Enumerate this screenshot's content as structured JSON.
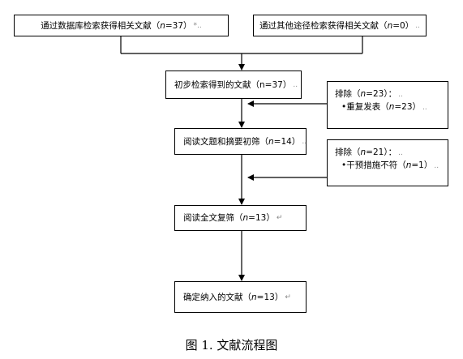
{
  "nodes": {
    "db_search": {
      "text_a": "通过数据库检索获得相关文献（",
      "n_var": "n",
      "text_b": "=37）",
      "mark": "*.."
    },
    "other_search": {
      "text_a": "通过其他途径检索获得相关文献（",
      "n_var": "n",
      "text_b": "=0）",
      "mark": ".."
    },
    "initial": {
      "text_a": "初步检索得到的文献（",
      "text_n": "n=37）",
      "mark": ".."
    },
    "title_abstract": {
      "text_a": "阅读文题和摘要初筛（",
      "n_var": "n",
      "text_b": "=14）",
      "mark": ".."
    },
    "fulltext": {
      "text_a": "阅读全文复筛（",
      "n_var": "n",
      "text_b": "=13）",
      "mark": "↵"
    },
    "included": {
      "text_a": "确定纳入的文献（",
      "n_var": "n",
      "text_b": "=13）",
      "mark": "↵"
    }
  },
  "exclusions": {
    "first": {
      "title_a": "排除（",
      "n_var": "n",
      "title_b": "=23）：",
      "title_mark": "..",
      "item_a": "•重复发表（",
      "item_n_var": "n",
      "item_b": "=23）",
      "item_mark": ".."
    },
    "second": {
      "title_a": "排除（",
      "n_var": "n",
      "title_b": "=21）：",
      "title_mark": "..",
      "item_a": "•干预措施不符（",
      "item_n_var": "n",
      "item_b": "=1）",
      "item_mark": ".."
    }
  },
  "caption": "图 1. 文献流程图"
}
